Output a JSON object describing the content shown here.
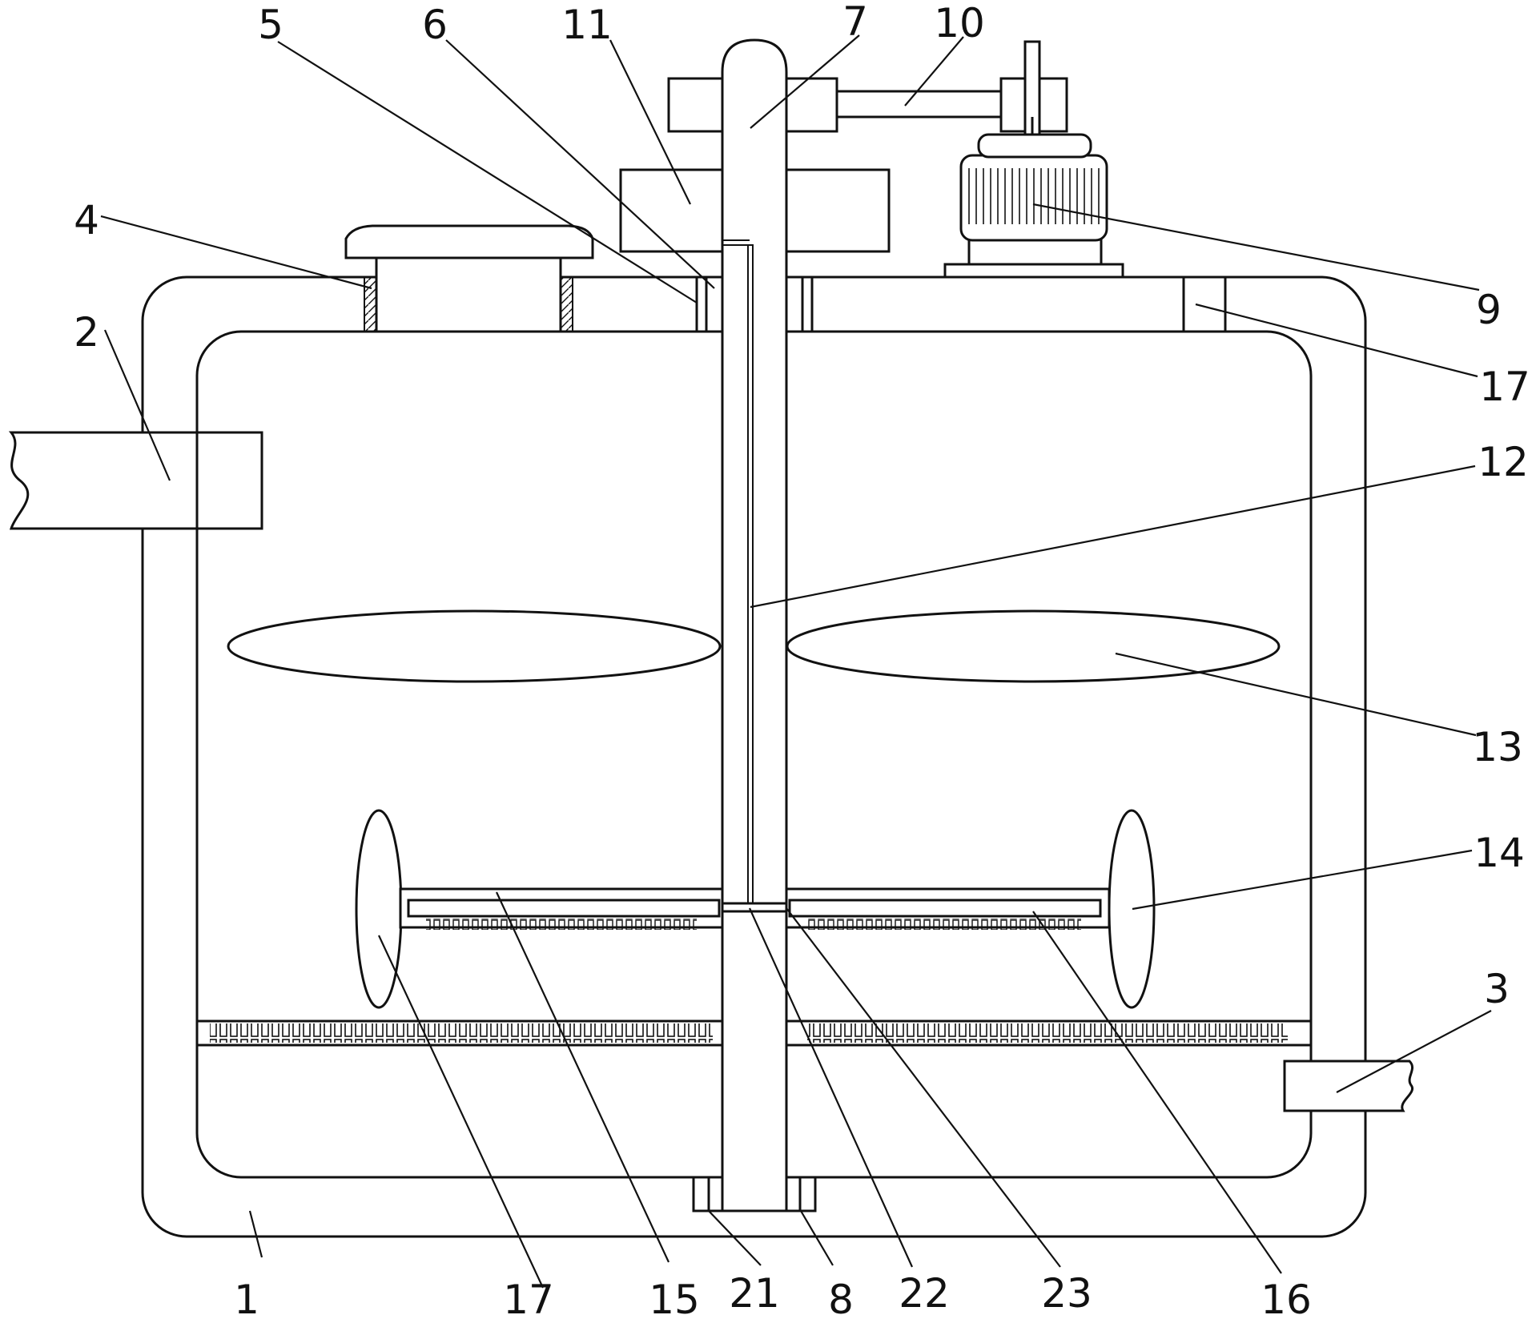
{
  "figure": {
    "labels": [
      "1",
      "2",
      "3",
      "4",
      "5",
      "6",
      "7",
      "8",
      "9",
      "10",
      "11",
      "12",
      "13",
      "14",
      "15",
      "16",
      "17",
      "17",
      "21",
      "22",
      "23"
    ],
    "parts": {
      "tank": "1",
      "inlet_pipe": "2",
      "outlet_pipe": "3",
      "feed_port_seal": "4",
      "top_bearing": "5",
      "shaft_seal": "6",
      "main_shaft": "7",
      "bottom_bearing": "8",
      "motor": "9",
      "belt_drive": "10",
      "gearbox": "11",
      "inner_pipe": "12",
      "upper_paddle": "13",
      "side_paddle": "14",
      "left_spray_arm": "15",
      "right_spray_arm": "16",
      "support_post": "17",
      "bottom_seal": "21",
      "connector": "22",
      "nozzle_joint": "23"
    }
  }
}
